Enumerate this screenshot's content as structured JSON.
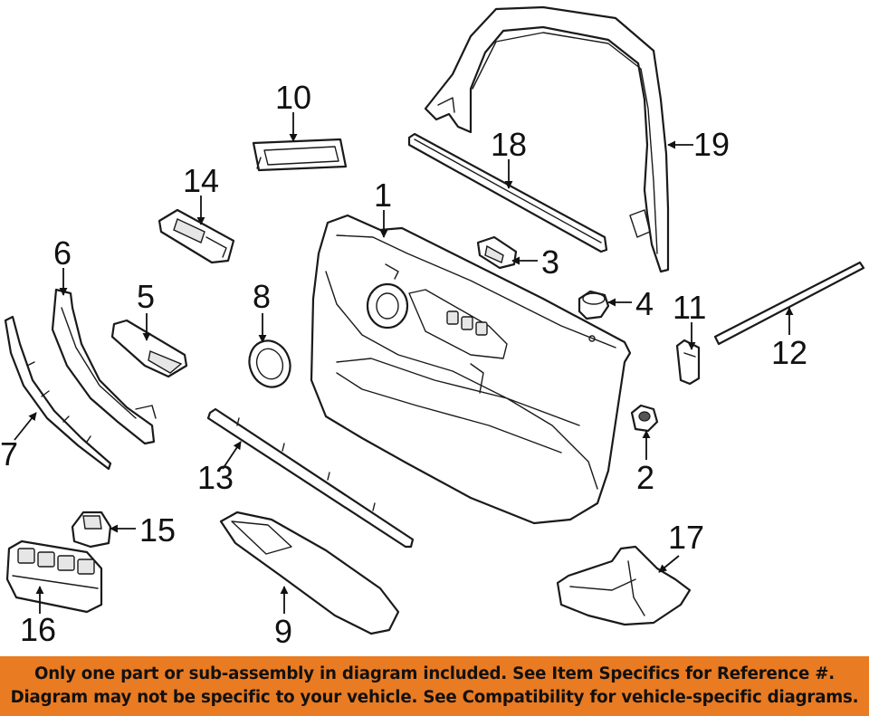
{
  "callouts": [
    "1",
    "2",
    "3",
    "4",
    "5",
    "6",
    "7",
    "8",
    "9",
    "10",
    "11",
    "12",
    "13",
    "14",
    "15",
    "16",
    "17",
    "18",
    "19"
  ],
  "disclaimer": {
    "line1": "Only one part or sub-assembly in diagram included. See Item Specifics for Reference #.",
    "line2": "Diagram may not be specific to your vehicle. See Compatibility for vehicle-specific diagrams."
  },
  "colors": {
    "banner": "#e97b23",
    "ink": "#111111",
    "background": "#ffffff"
  }
}
